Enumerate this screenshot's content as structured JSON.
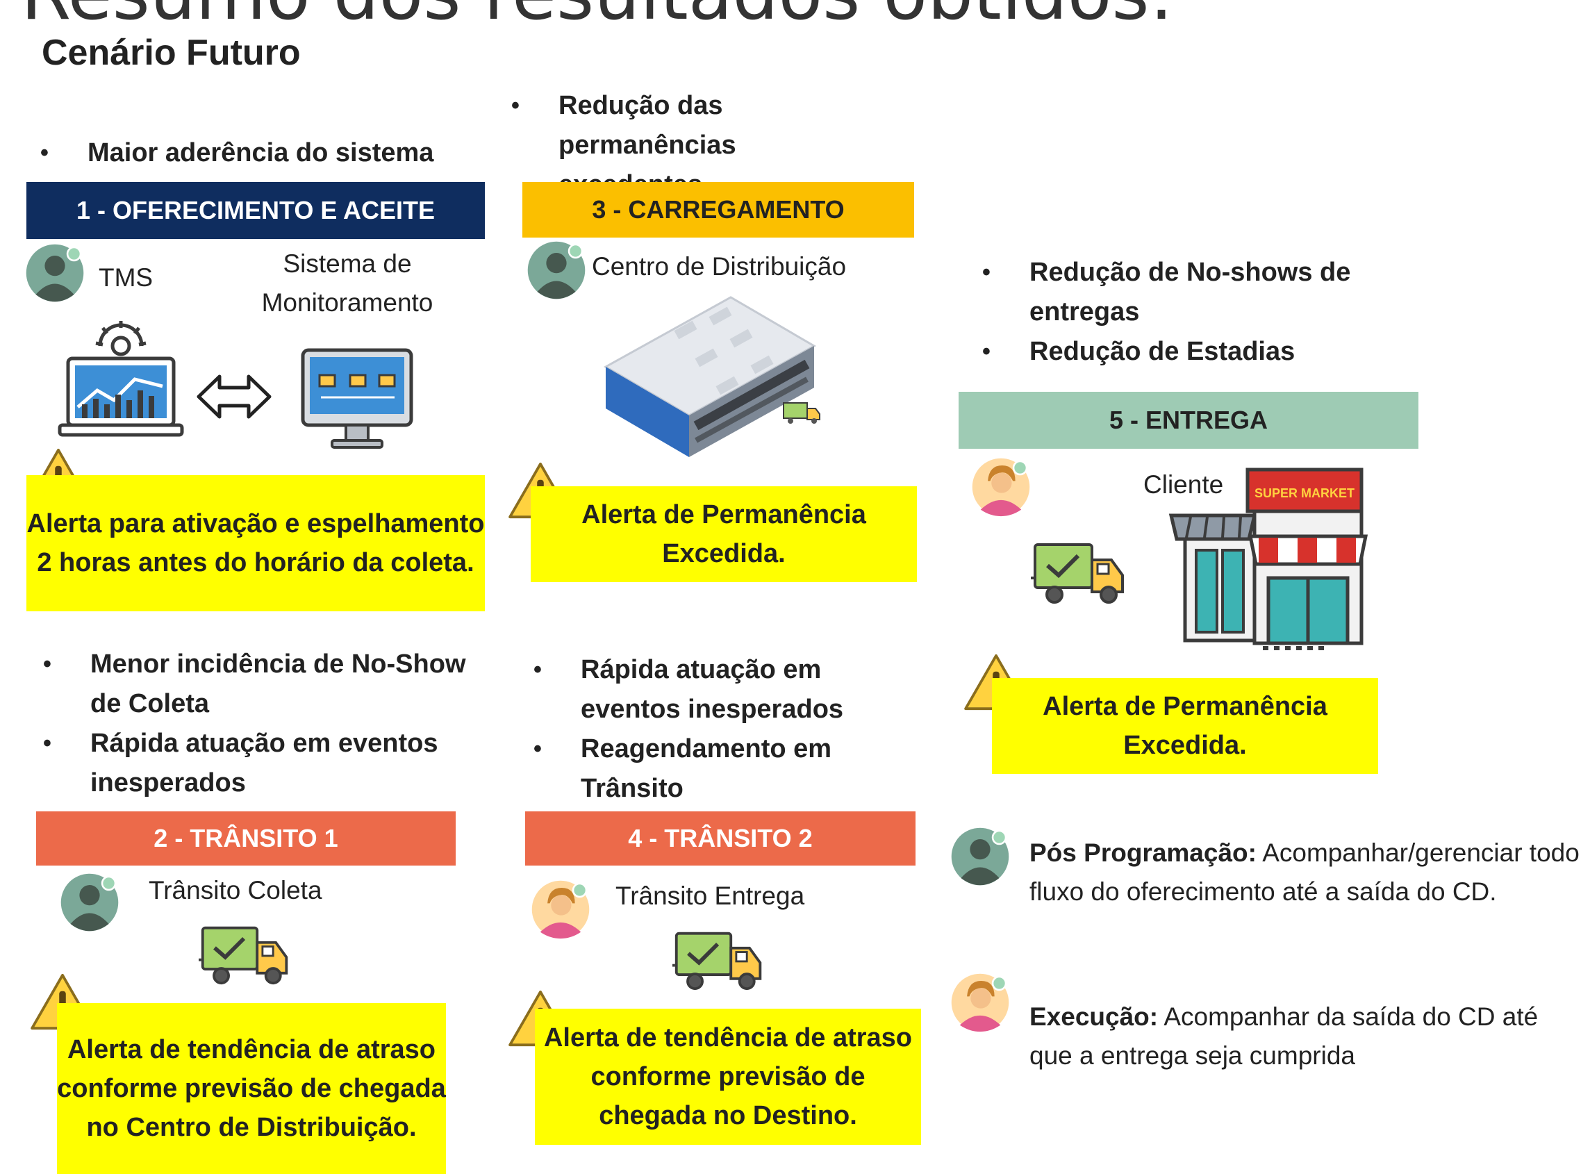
{
  "page": {
    "title_partial": "Resumo dos resultados obtidos:",
    "subtitle": "Cenário Futuro"
  },
  "colors": {
    "navy": "#0f2d5f",
    "orange": "#fbbf00",
    "salmon": "#ec6a4a",
    "teal_green": "#9ecbb4",
    "alert_yellow": "#ffff00"
  },
  "stages": {
    "s1": {
      "header": "1 - OFERECIMENTO E ACEITE",
      "bullets": [
        "Maior aderência do sistema"
      ],
      "label_left": "TMS",
      "label_right": "Sistema de Monitoramento",
      "alert": "Alerta para ativação e espelhamento 2 horas antes do horário da coleta."
    },
    "s2": {
      "header": "2 - TRÂNSITO 1",
      "bullets": [
        "Menor incidência de No-Show de Coleta",
        "Rápida atuação em eventos inesperados"
      ],
      "label": "Trânsito Coleta",
      "alert": "Alerta de tendência de atraso conforme previsão de chegada no Centro de Distribuição."
    },
    "s3": {
      "header": "3 - CARREGAMENTO",
      "bullets": [
        "Redução das permanências excedentes"
      ],
      "label": "Centro de Distribuição",
      "alert": "Alerta de Permanência Excedida."
    },
    "s4": {
      "header": "4 - TRÂNSITO 2",
      "bullets": [
        "Rápida atuação em eventos inesperados",
        "Reagendamento em Trânsito"
      ],
      "label": "Trânsito Entrega",
      "alert": "Alerta de tendência de atraso conforme previsão de chegada no Destino."
    },
    "s5": {
      "header": "5 - ENTREGA",
      "bullets": [
        "Redução de No-shows de entregas",
        "Redução de Estadias"
      ],
      "label": "Cliente",
      "store_sign": "SUPER MARKET",
      "alert": "Alerta de Permanência Excedida."
    }
  },
  "roles": {
    "pos": {
      "label": "Pós Programação:",
      "text": " Acompanhar/gerenciar todo fluxo do oferecimento até a saída do CD."
    },
    "exec": {
      "label": "Execução:",
      "text": " Acompanhar da saída do CD até que a entrega seja cumprida"
    }
  },
  "icons": {
    "avatar_male": "person-avatar-icon",
    "avatar_female": "person-avatar-female-icon",
    "laptop": "laptop-gear-chart-icon",
    "arrow": "double-arrow-icon",
    "monitor": "monitor-dashboard-icon",
    "warehouse": "warehouse-icon",
    "truck": "delivery-truck-check-icon",
    "store": "supermarket-store-icon",
    "warning": "warning-triangle-icon"
  }
}
